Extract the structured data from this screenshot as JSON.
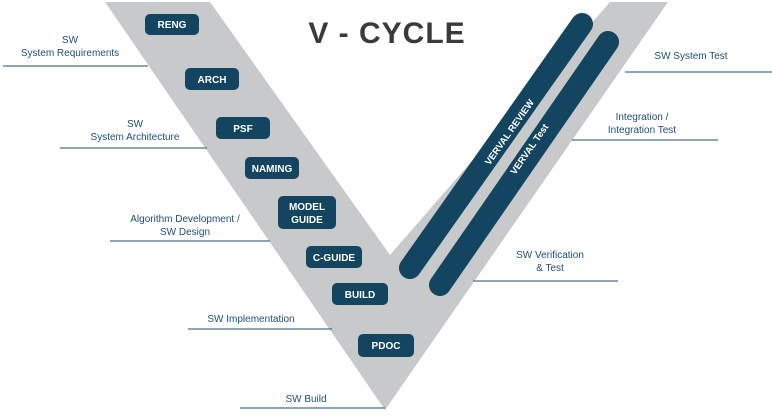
{
  "title": "V - CYCLE",
  "colors": {
    "v_shape": "#c8c9ca",
    "box": "#134460",
    "text_blue": "#1d4e75",
    "title": "#3a3a3a"
  },
  "left_phases": [
    {
      "line1": "SW",
      "line2": "System Requirements"
    },
    {
      "line1": "SW",
      "line2": "System Architecture"
    },
    {
      "line1": "Algorithm Development /",
      "line2": "SW Design"
    },
    {
      "line1": "SW Implementation",
      "line2": ""
    }
  ],
  "bottom_phase": "SW Build",
  "right_phases": [
    {
      "line1": "SW System Test",
      "line2": ""
    },
    {
      "line1": "Integration /",
      "line2": "Integration Test"
    },
    {
      "line1": "SW Verification",
      "line2": "& Test"
    }
  ],
  "boxes": [
    {
      "line1": "RENG",
      "line2": ""
    },
    {
      "line1": "ARCH",
      "line2": ""
    },
    {
      "line1": "PSF",
      "line2": ""
    },
    {
      "line1": "NAMING",
      "line2": ""
    },
    {
      "line1": "MODEL",
      "line2": "GUIDE"
    },
    {
      "line1": "C-GUIDE",
      "line2": ""
    },
    {
      "line1": "BUILD",
      "line2": ""
    },
    {
      "line1": "PDOC",
      "line2": ""
    }
  ],
  "bars": [
    "VERVAL REVIEW",
    "VERVAL Test"
  ]
}
